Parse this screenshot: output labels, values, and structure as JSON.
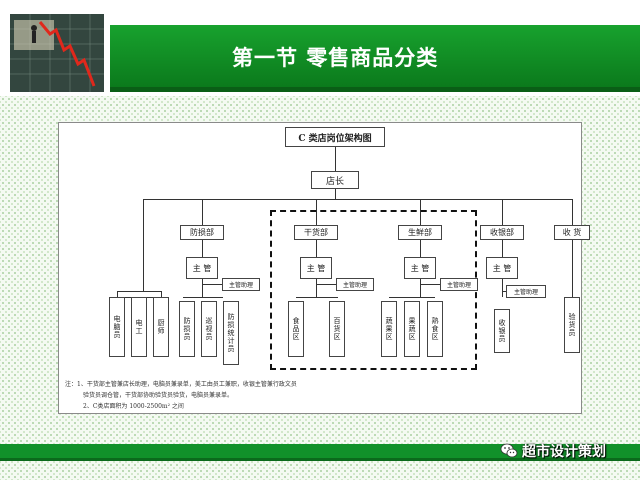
{
  "header": {
    "title": "第一节  零售商品分类"
  },
  "diagram": {
    "title": "C 类店岗位架构图",
    "root": "店长",
    "departments": [
      "防损部",
      "干货部",
      "生鲜部",
      "收银部",
      "收 货"
    ],
    "managers": [
      "主 管",
      "主 管",
      "主 管",
      "主 管"
    ],
    "assistants": [
      "主管助理",
      "主管助理",
      "主管助理",
      "主管助理"
    ],
    "leaves": {
      "left": [
        "电脑员",
        "电工",
        "厨师"
      ],
      "loss": [
        "防损员",
        "巡视员",
        "防损统计员"
      ],
      "dry": [
        "食品区",
        "百货区"
      ],
      "fresh": [
        "蔬果区",
        "果蔬区",
        "熟食区"
      ],
      "cash": [
        "收银员"
      ],
      "receiving": [
        "验货员"
      ]
    },
    "notes": [
      "注：1、干货部主管兼店长助理，电脑员兼录单，美工由员工兼职，收银主管兼行政文员",
      "验货员调仓管，干货部协助验货员验货，电脑员兼录单。",
      "2、C类店面积为 1000-2500m² 之间"
    ]
  },
  "watermark": {
    "text": "超市设计策划",
    "icon": "wechat-icon"
  },
  "colors": {
    "banner": "#11912a",
    "banner_text": "#ffffff",
    "background": "#f4faf2"
  }
}
